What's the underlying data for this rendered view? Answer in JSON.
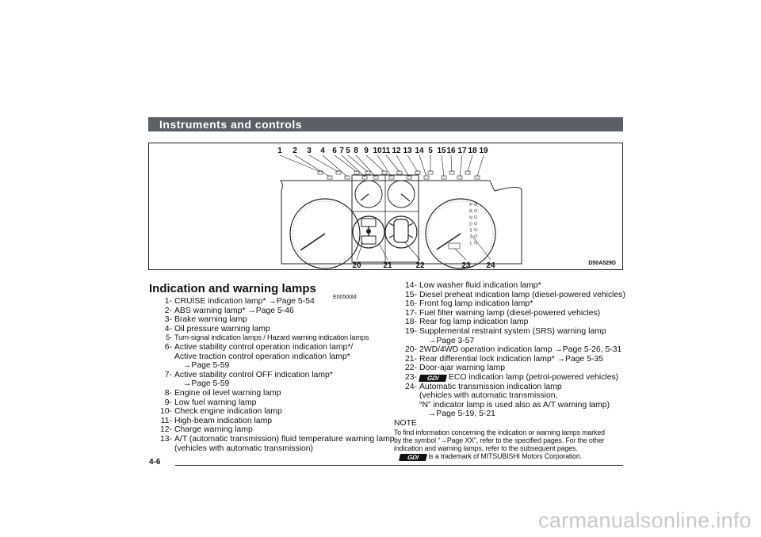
{
  "header": {
    "title": "Instruments and controls"
  },
  "figure": {
    "code": "D50A529D",
    "top_labels": [
      "1",
      "2",
      "3",
      "4",
      "6",
      "7",
      "5",
      "8",
      "9",
      "10",
      "11",
      "12",
      "13",
      "14",
      "5",
      "15",
      "16",
      "17",
      "18",
      "19"
    ],
    "bottom_labels": [
      "20",
      "21",
      "22",
      "23",
      "24"
    ],
    "gear_letters": [
      "P",
      "R",
      "N",
      "D",
      "3",
      "2",
      "L"
    ]
  },
  "section": {
    "title": "Indication and warning lamps",
    "code": "E00500ld"
  },
  "left_items": [
    {
      "num": "1-",
      "lines": [
        "CRUISE indication lamp* →Page 5-54"
      ]
    },
    {
      "num": "2-",
      "lines": [
        "ABS warning lamp* →Page 5-46"
      ]
    },
    {
      "num": "3-",
      "lines": [
        "Brake warning lamp"
      ]
    },
    {
      "num": "4-",
      "lines": [
        "Oil pressure warning lamp"
      ]
    },
    {
      "num": "5-",
      "lines": [
        "Turn-signal indication lamps / Hazard warning indication lamps"
      ],
      "condensed": true
    },
    {
      "num": "6-",
      "lines": [
        "Active stability control operation indication lamp*/",
        "Active traction control operation indication lamp*",
        "→Page 5-59"
      ]
    },
    {
      "num": "7-",
      "lines": [
        "Active stability control OFF indication lamp*",
        "→Page 5-59"
      ]
    },
    {
      "num": "8-",
      "lines": [
        "Engine oil level warning lamp"
      ]
    },
    {
      "num": "9-",
      "lines": [
        "Low fuel warning lamp"
      ]
    },
    {
      "num": "10-",
      "lines": [
        "Check engine indication lamp"
      ]
    },
    {
      "num": "11-",
      "lines": [
        "High-beam indication lamp"
      ]
    },
    {
      "num": "12-",
      "lines": [
        "Charge warning lamp"
      ]
    },
    {
      "num": "13-",
      "lines": [
        "A/T (automatic transmission) fluid temperature warning lamp",
        "(vehicles with automatic transmission)"
      ]
    }
  ],
  "right_items": [
    {
      "num": "14-",
      "lines": [
        "Low washer fluid indication lamp*"
      ]
    },
    {
      "num": "15-",
      "lines": [
        "Diesel preheat indication lamp (diesel-powered vehicles)"
      ]
    },
    {
      "num": "16-",
      "lines": [
        "Front fog lamp indication lamp*"
      ]
    },
    {
      "num": "17-",
      "lines": [
        "Fuel filter warning lamp (diesel-powered vehicles)"
      ]
    },
    {
      "num": "18-",
      "lines": [
        "Rear fog lamp indication lamp"
      ]
    },
    {
      "num": "19-",
      "lines": [
        "Supplemental restraint system (SRS) warning lamp",
        "→Page 3-57"
      ]
    },
    {
      "num": "20-",
      "lines": [
        "2WD/4WD operation indication lamp →Page 5-26, 5-31"
      ]
    },
    {
      "num": "21-",
      "lines": [
        "Rear differential lock indication lamp* →Page 5-35"
      ]
    },
    {
      "num": "22-",
      "lines": [
        "Door-ajar warning lamp"
      ]
    }
  ],
  "item23": {
    "num": "23-",
    "logo": "GDI",
    "text": "ECO indication lamp (petrol-powered vehicles)"
  },
  "item24": {
    "num": "24-",
    "lines": [
      "Automatic transmission indication lamp",
      "(vehicles with automatic transmission,",
      "“N” indicator lamp is used also as A/T warning lamp)",
      "→Page 5-19, 5-21"
    ]
  },
  "note": {
    "heading": "NOTE",
    "lines": [
      "To find information concerning the indication or warning lamps marked",
      "by the symbol “→Page XX”, refer to the specified pages. For the other",
      "indication and warning lamps, refer to the subsequent pages."
    ],
    "trademark_logo": "GDI",
    "trademark": "is a trademark of MITSUBISHI Motors Corporation."
  },
  "page_number": "4-6",
  "watermark": "carmanualsonline.info"
}
